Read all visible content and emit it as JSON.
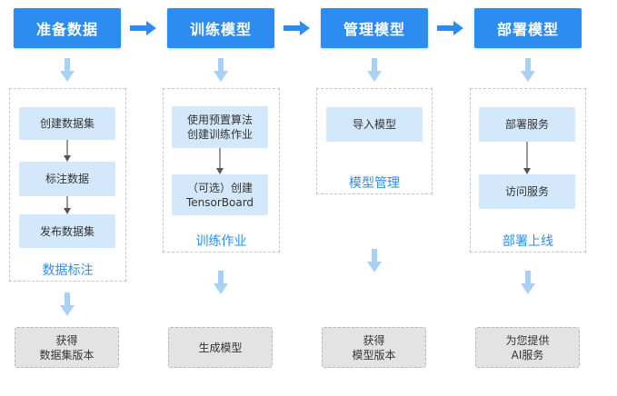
{
  "stages": [
    {
      "label": "准备数据"
    },
    {
      "label": "训练模型"
    },
    {
      "label": "管理模型"
    },
    {
      "label": "部署模型"
    }
  ],
  "groups": [
    {
      "steps": [
        "创建数据集",
        "标注数据",
        "发布数据集"
      ],
      "caption": "数据标注"
    },
    {
      "steps": [
        "使用预置算法\n创建训练作业",
        "（可选）创建\nTensorBoard"
      ],
      "caption": "训练作业"
    },
    {
      "steps": [
        "导入模型"
      ],
      "caption": "模型管理"
    },
    {
      "steps": [
        "部署服务",
        "访问服务"
      ],
      "caption": "部署上线"
    }
  ],
  "results": [
    {
      "label": "获得\n数据集版本"
    },
    {
      "label": "生成模型"
    },
    {
      "label": "获得\n模型版本"
    },
    {
      "label": "为您提供\nAI服务"
    }
  ],
  "colors": {
    "primary": "#2d8cf0",
    "arrow_light": "#a9d0f5",
    "step_bg": "#d4e8fb",
    "result_bg": "#e3e3e3",
    "connector": "#555555"
  }
}
